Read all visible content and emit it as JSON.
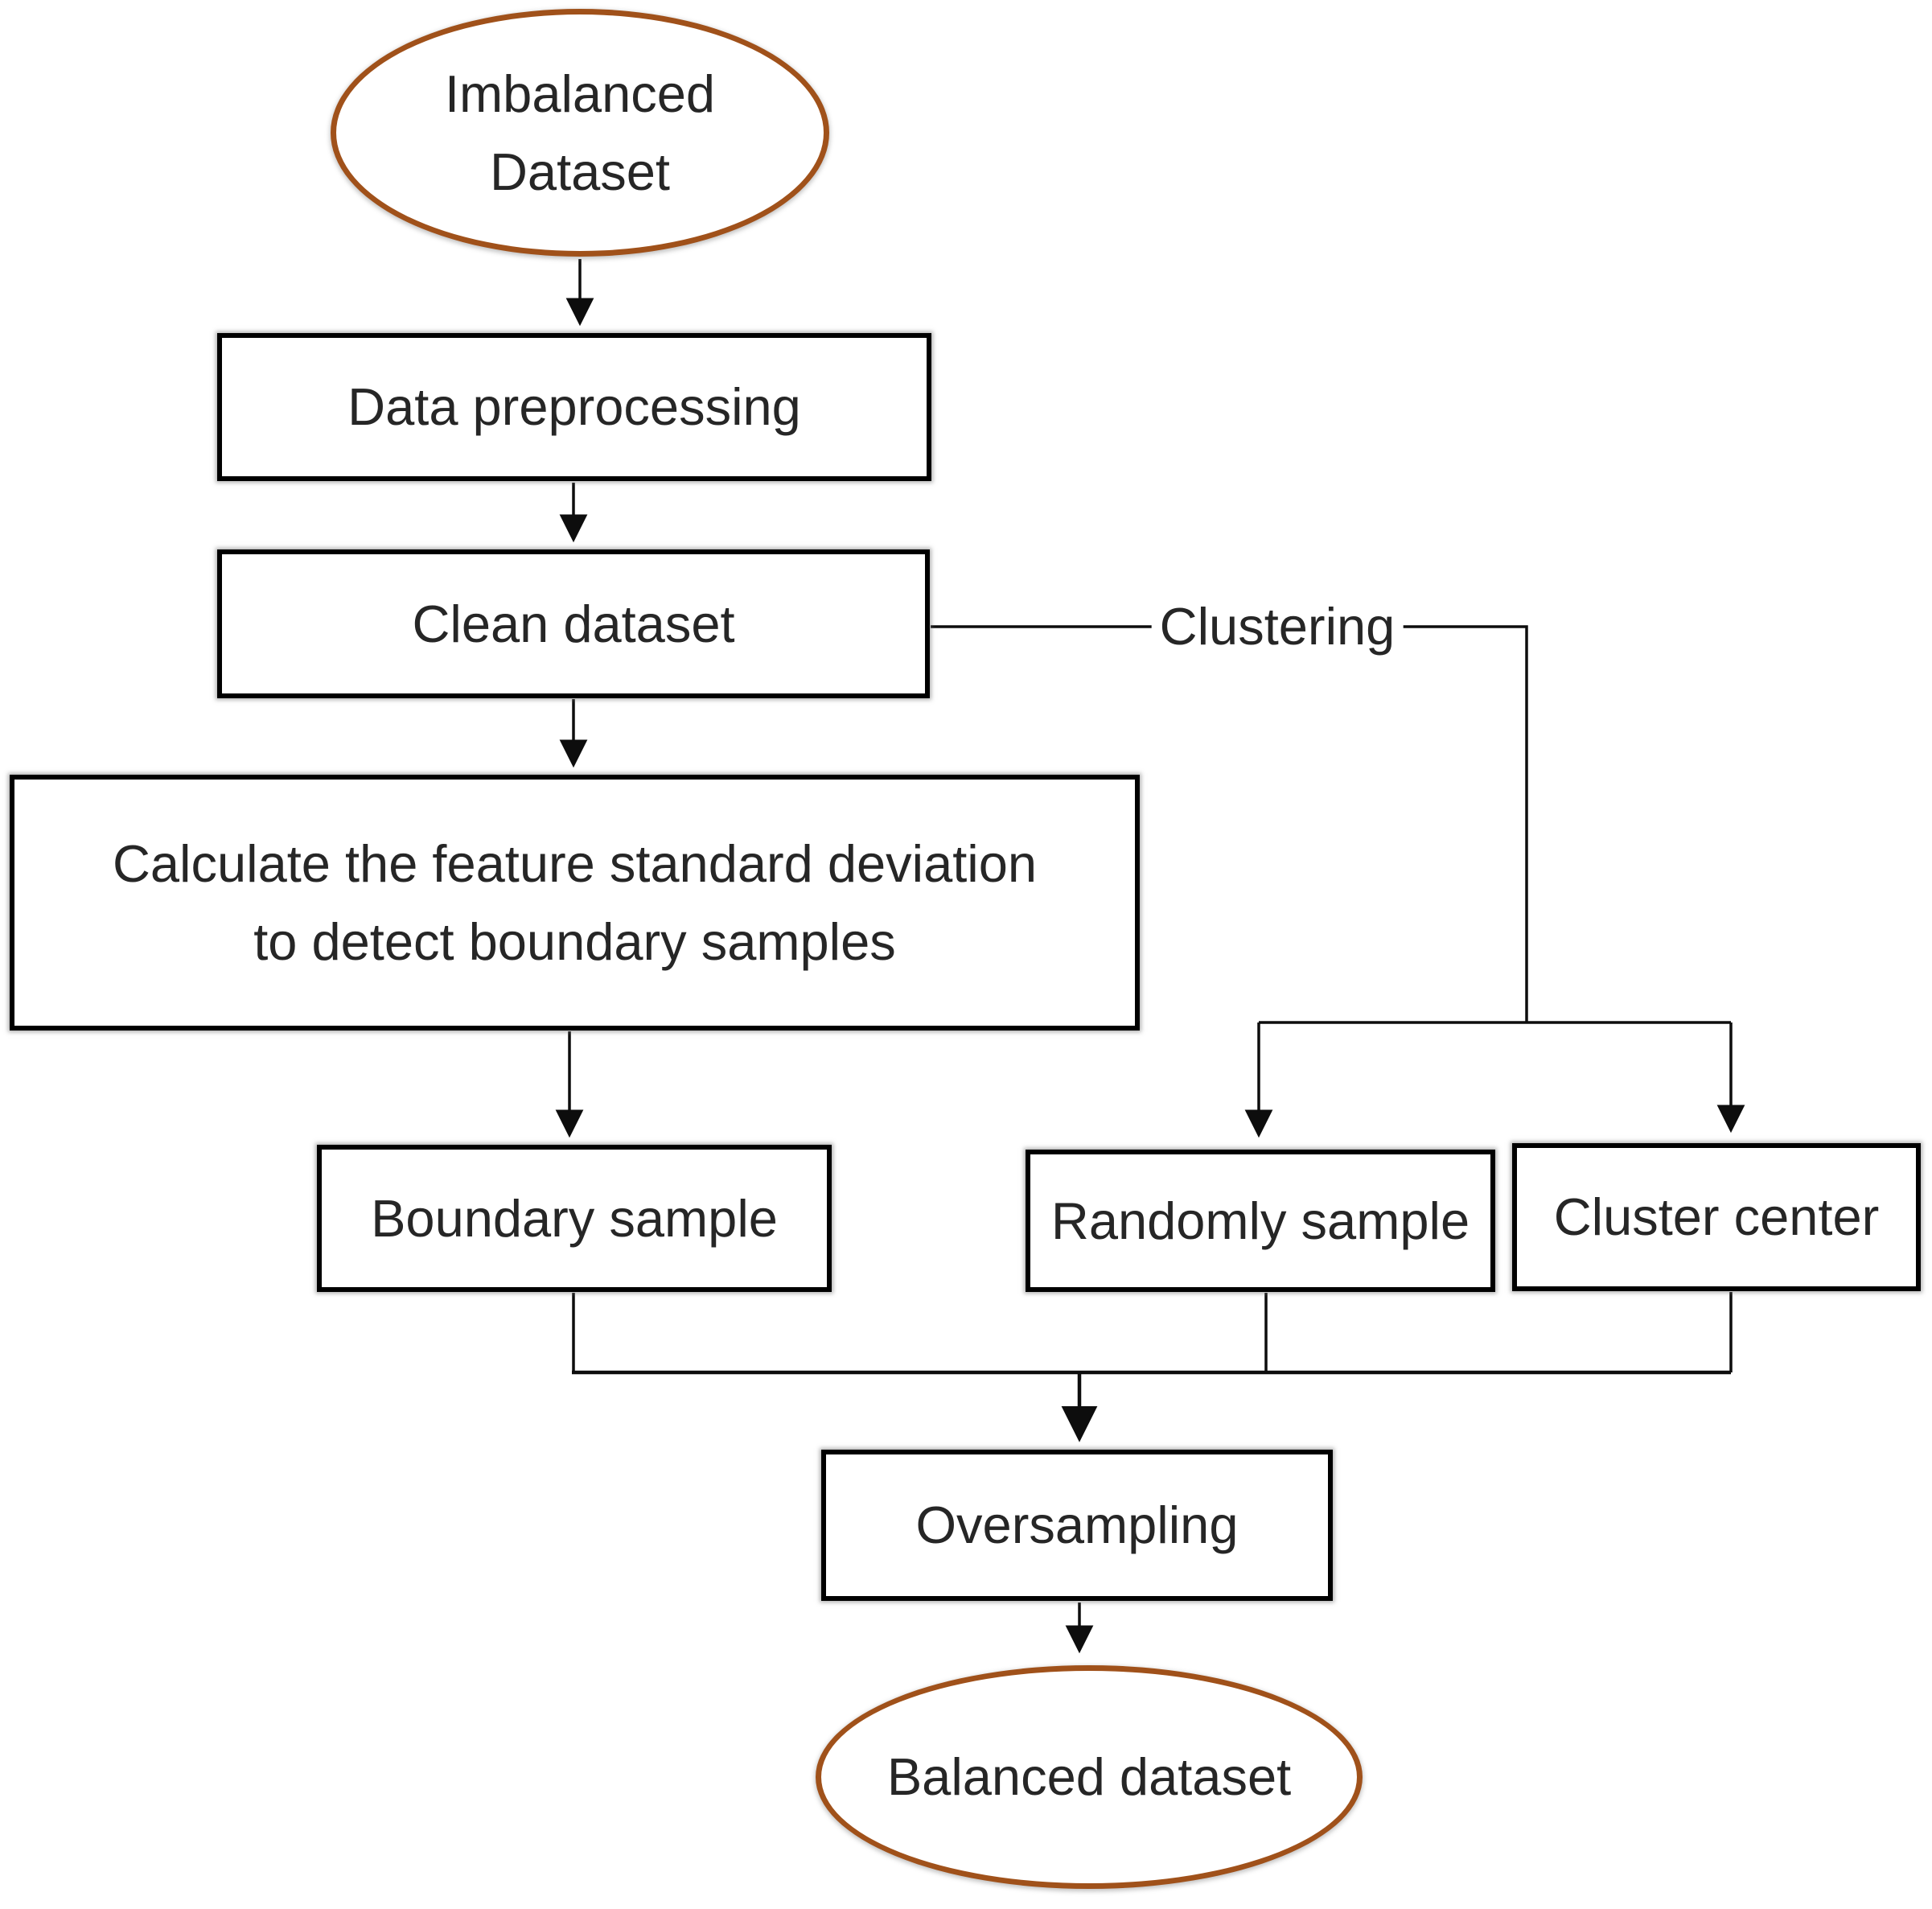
{
  "figure": {
    "type": "flowchart",
    "title": "Oversampling method flowchart for imbalanced dataset"
  },
  "theme": {
    "ellipse_stroke": "#a0511a",
    "box_stroke": "#000000",
    "wire_color": "#0d0d0d",
    "text_color": "#262626",
    "background": "#ffffff"
  },
  "nodes": {
    "imbalanced": {
      "shape": "ellipse",
      "lines": [
        "Imbalanced",
        "Dataset"
      ]
    },
    "preprocess": {
      "shape": "rect",
      "label": "Data preprocessing"
    },
    "clean": {
      "shape": "rect",
      "label": "Clean dataset"
    },
    "calculate": {
      "shape": "rect",
      "lines": [
        "Calculate the feature standard deviation",
        "to detect boundary samples"
      ]
    },
    "boundary": {
      "shape": "rect",
      "label": "Boundary sample"
    },
    "randomly": {
      "shape": "rect",
      "label": "Randomly sample"
    },
    "cluster_center": {
      "shape": "rect",
      "label": "Cluster center"
    },
    "oversampling": {
      "shape": "rect",
      "label": "Oversampling"
    },
    "balanced": {
      "shape": "ellipse",
      "label": "Balanced dataset"
    }
  },
  "edges": {
    "clustering_label": "Clustering",
    "list": [
      "Imbalanced Dataset -> Data preprocessing",
      "Data preprocessing -> Clean dataset",
      "Clean dataset -> Calculate the feature standard deviation to detect boundary samples",
      "Clean dataset -> Clustering -> Randomly sample",
      "Clean dataset -> Clustering -> Cluster center",
      "Calculate the feature standard deviation to detect boundary samples -> Boundary sample",
      "Boundary sample -> Oversampling",
      "Randomly sample -> Oversampling",
      "Cluster center -> Oversampling",
      "Oversampling -> Balanced dataset"
    ]
  }
}
